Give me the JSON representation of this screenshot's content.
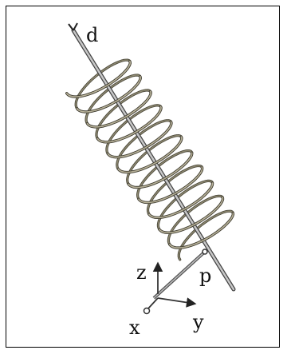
{
  "labels": {
    "direction": "d",
    "point": "p",
    "axis_z": "z",
    "axis_y": "y",
    "axis_x": "x"
  },
  "colors": {
    "axis_line": "#9a9a9a",
    "coil": "#8f8a72",
    "frame": "#000000"
  },
  "coil": {
    "turns": 11
  }
}
